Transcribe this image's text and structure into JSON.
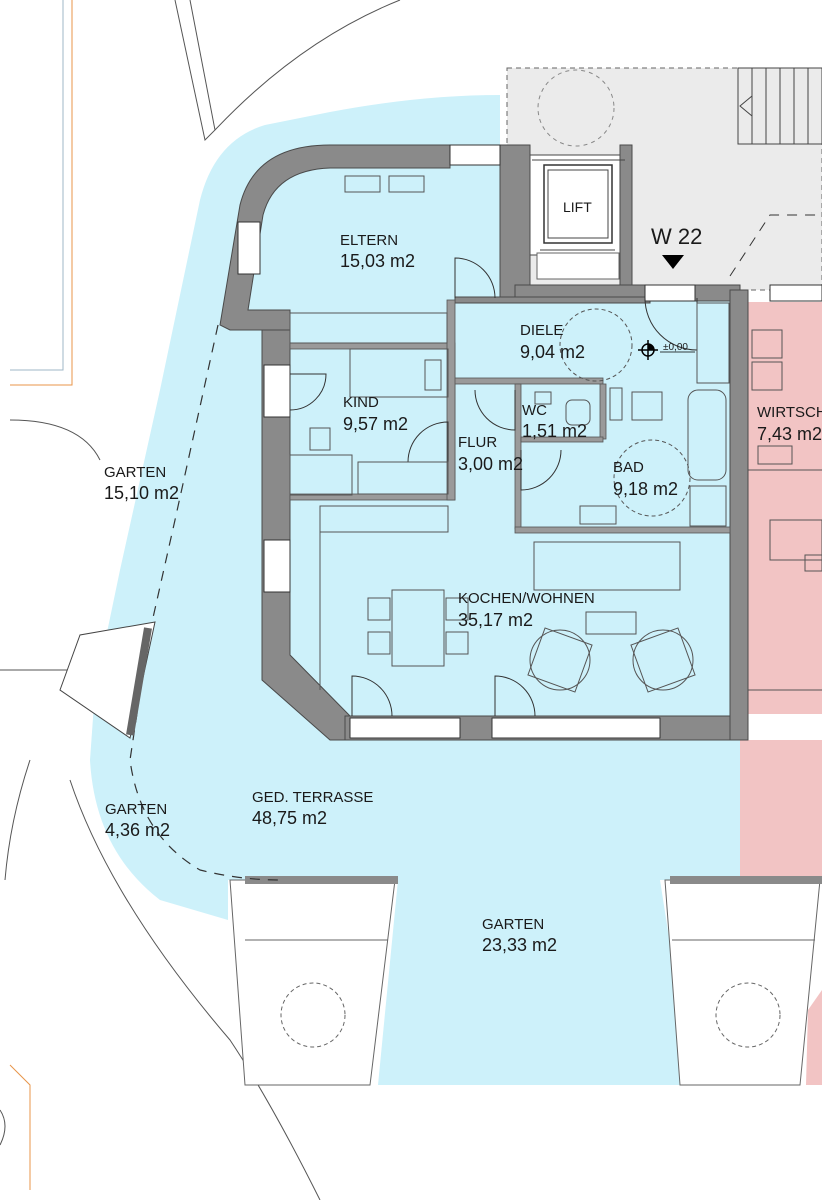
{
  "colors": {
    "apartment": "#cdf1fa",
    "neighbor_unit": "#f2c4c4",
    "core": "#ebebeb",
    "wall": "#8a8a8a",
    "wall_edge": "#4a4a4a",
    "line": "#333333",
    "orange_line": "#e8954a"
  },
  "unit": {
    "label": "W 22",
    "level_marker": "±0,00",
    "lift_label": "LIFT"
  },
  "rooms": [
    {
      "id": "eltern",
      "name": "ELTERN",
      "area": "15,03 m2"
    },
    {
      "id": "diele",
      "name": "DIELE",
      "area": "9,04 m2"
    },
    {
      "id": "kind",
      "name": "KIND",
      "area": "9,57 m2"
    },
    {
      "id": "wc",
      "name": "WC",
      "area": "1,51 m2"
    },
    {
      "id": "flur",
      "name": "FLUR",
      "area": "3,00 m2"
    },
    {
      "id": "bad",
      "name": "BAD",
      "area": "9,18 m2"
    },
    {
      "id": "wirtschaft",
      "name": "WIRTSCH",
      "area": "7,43 m2"
    },
    {
      "id": "kochen_wohnen",
      "name": "KOCHEN/WOHNEN",
      "area": "35,17 m2"
    },
    {
      "id": "garten_west",
      "name": "GARTEN",
      "area": "15,10 m2"
    },
    {
      "id": "garten_sw",
      "name": "GARTEN",
      "area": "4,36 m2"
    },
    {
      "id": "terrasse",
      "name": "GED. TERRASSE",
      "area": "48,75 m2"
    },
    {
      "id": "garten_south",
      "name": "GARTEN",
      "area": "23,33 m2"
    }
  ]
}
